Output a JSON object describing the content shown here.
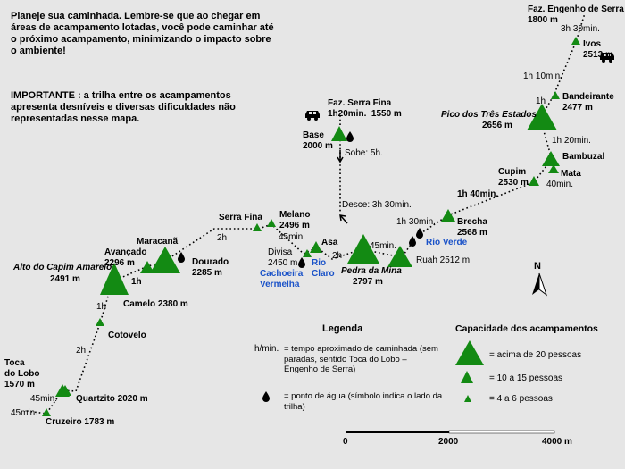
{
  "notes": {
    "intro": "Planeje sua caminhada. Lembre-se que ao chegar em áreas de acampamento lotadas, você pode caminhar até o próximo acampamento, minimizando o impacto sobre o ambiente!",
    "important": "IMPORTANTE : a trilha entre os acampamentos apresenta desníveis e diversas dificuldades não representadas nesse mapa."
  },
  "places": {
    "toca_do_lobo": "Toca\ndo Lobo\n1570 m",
    "cruzeiro": "Cruzeiro 1783 m",
    "quartzito": "Quartzito 2020 m",
    "cotovelo": "Cotovelo",
    "camelo": "Camelo 2380 m",
    "alto_capim": "Alto do Capim Amarelo",
    "alto_capim_alt": "2491 m",
    "avancado": "Avançado\n2296 m",
    "maracana": "Maracanã",
    "dourado": "Dourado\n2285 m",
    "serra_fina": "Serra Fina",
    "melano": "Melano\n2496 m",
    "divisa": "Divisa\n2450 m",
    "asa": "Asa",
    "cachoeira_vermelha": "Cachoeira\nVermelha",
    "rio_claro": "Rio\nClaro",
    "pedra_mina": "Pedra da Mina",
    "pedra_mina_alt": "2797 m",
    "ruah": "Ruah  2512 m",
    "rio_verde": "Rio Verde",
    "brecha": "Brecha\n2568 m",
    "base": "Base\n2000 m",
    "faz_serra_fina": "Faz. Serra Fina\n1h20min.  1550 m",
    "cupim": "Cupim\n2530 m",
    "mata": "Mata",
    "bambuzal": "Bambuzal",
    "pico_tres_estados": "Pico dos Três Estados",
    "pico_alt": "2656 m",
    "bandeirante": "Bandeirante\n2477 m",
    "ivos": "Ivos\n2513 m",
    "faz_engenho": "Faz. Engenho de Serra\n1800 m"
  },
  "times": {
    "t_45_a": "45min.",
    "t_45_b": "45min.",
    "t_2h_a": "2h",
    "t_1h_a": "1h",
    "t_1h_b": "1h",
    "t_2h_b": "2h",
    "t_45_c": "45min.",
    "t_2h_c": "2h",
    "t_45_d": "45min.",
    "t_1h30": "1h 30min.",
    "t_1h40": "1h 40min.",
    "t_40min": "40min.",
    "t_1h20": "1h 20min.",
    "t_1h_c": "1h",
    "t_1h10": "1h 10min.",
    "t_3h30": "3h 30min.",
    "sobe": "Sobe: 5h.",
    "desce": "Desce: 3h 30min."
  },
  "legend": {
    "title": "Legenda",
    "time_key": "h/min.",
    "time_desc": "=  tempo aproximado de caminhada (sem paradas, sentido Toca do Lobo – Engenho de Serra)",
    "water_desc": "=  ponto de água (símbolo indica o lado da trilha)",
    "capacity_title": "Capacidade dos acampamentos",
    "cap_large": "=  acima de 20 pessoas",
    "cap_medium": "=  10 a 15  pessoas",
    "cap_small": "=  4 a 6 pessoas"
  },
  "north": "N",
  "scale": {
    "labels": [
      "0",
      "2000",
      "4000 m"
    ]
  },
  "colors": {
    "background": "#e6e6e6",
    "triangle": "#138a13",
    "blue_label": "#1a52c8"
  },
  "icons": [
    "car-icon",
    "water-drop-icon",
    "north-arrow-icon",
    "camp-triangle-icon"
  ]
}
